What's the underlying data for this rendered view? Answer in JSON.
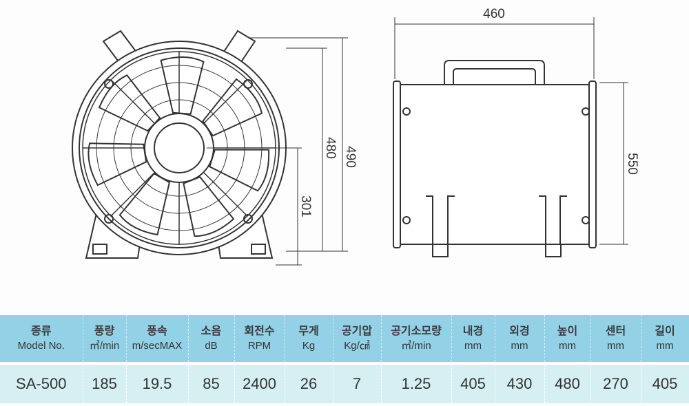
{
  "dimensions": {
    "front_inner": "480",
    "front_outer": "490",
    "center_height": "301",
    "side_width": "460",
    "side_height": "550"
  },
  "table": {
    "headers": [
      {
        "ko": "종류",
        "unit": "Model No."
      },
      {
        "ko": "풍량",
        "unit": "㎥/min"
      },
      {
        "ko": "풍속",
        "unit": "m/secMAX"
      },
      {
        "ko": "소음",
        "unit": "dB"
      },
      {
        "ko": "회전수",
        "unit": "RPM"
      },
      {
        "ko": "무게",
        "unit": "Kg"
      },
      {
        "ko": "공기압",
        "unit": "Kg/㎠"
      },
      {
        "ko": "공기소모량",
        "unit": "㎥/min"
      },
      {
        "ko": "내경",
        "unit": "mm"
      },
      {
        "ko": "외경",
        "unit": "mm"
      },
      {
        "ko": "높이",
        "unit": "mm"
      },
      {
        "ko": "센터",
        "unit": "mm"
      },
      {
        "ko": "길이",
        "unit": "mm"
      }
    ],
    "row": [
      "SA-500",
      "185",
      "19.5",
      "85",
      "2400",
      "26",
      "7",
      "1.25",
      "405",
      "430",
      "480",
      "270",
      "405"
    ]
  }
}
